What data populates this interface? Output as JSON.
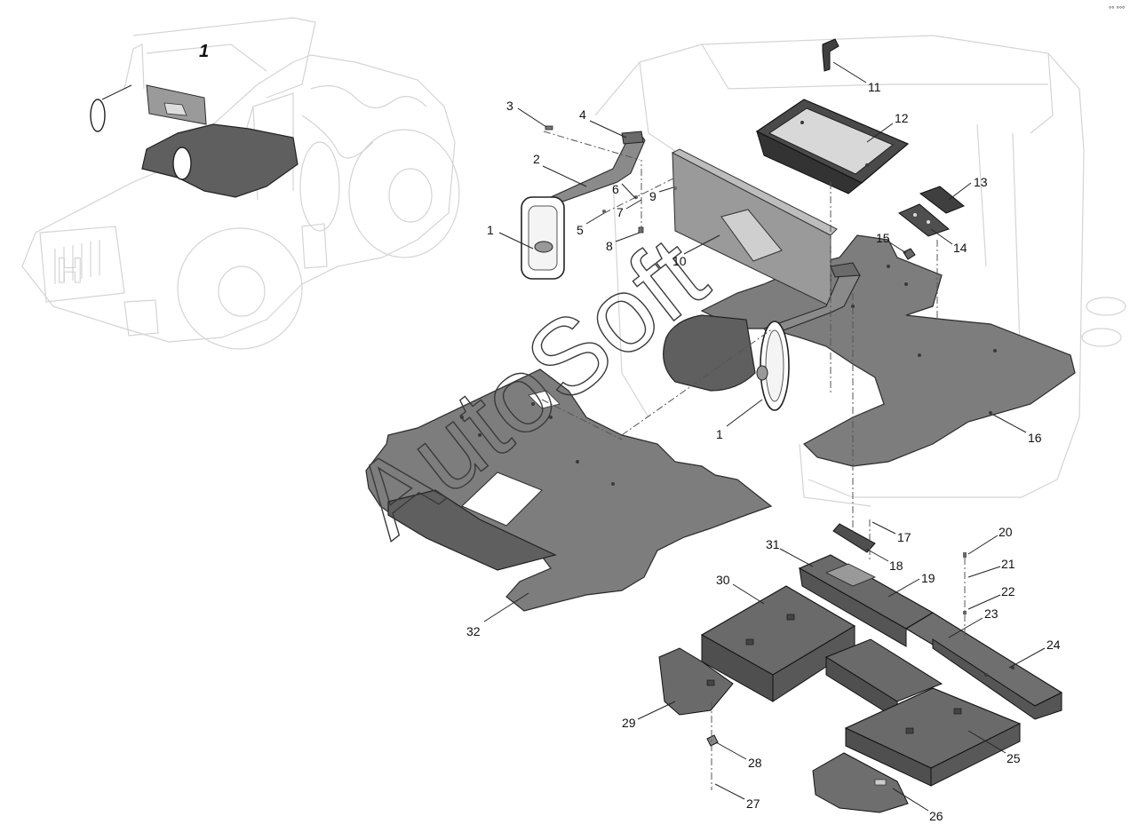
{
  "figure_marker": "1",
  "corner_mark": "°° °°°",
  "watermark": "AutoSoft",
  "callouts": [
    {
      "id": "c1a",
      "label": "1"
    },
    {
      "id": "c1b",
      "label": "1"
    },
    {
      "id": "c2",
      "label": "2"
    },
    {
      "id": "c3",
      "label": "3"
    },
    {
      "id": "c4",
      "label": "4"
    },
    {
      "id": "c5",
      "label": "5"
    },
    {
      "id": "c6",
      "label": "6"
    },
    {
      "id": "c7",
      "label": "7"
    },
    {
      "id": "c8",
      "label": "8"
    },
    {
      "id": "c9",
      "label": "9"
    },
    {
      "id": "c10",
      "label": "10"
    },
    {
      "id": "c11",
      "label": "11"
    },
    {
      "id": "c12",
      "label": "12"
    },
    {
      "id": "c13",
      "label": "13"
    },
    {
      "id": "c14",
      "label": "14"
    },
    {
      "id": "c15",
      "label": "15"
    },
    {
      "id": "c16",
      "label": "16"
    },
    {
      "id": "c17",
      "label": "17"
    },
    {
      "id": "c18",
      "label": "18"
    },
    {
      "id": "c19",
      "label": "19"
    },
    {
      "id": "c20",
      "label": "20"
    },
    {
      "id": "c21",
      "label": "21"
    },
    {
      "id": "c22",
      "label": "22"
    },
    {
      "id": "c23",
      "label": "23"
    },
    {
      "id": "c24",
      "label": "24"
    },
    {
      "id": "c25",
      "label": "25"
    },
    {
      "id": "c26",
      "label": "26"
    },
    {
      "id": "c27",
      "label": "27"
    },
    {
      "id": "c28",
      "label": "28"
    },
    {
      "id": "c29",
      "label": "29"
    },
    {
      "id": "c30",
      "label": "30"
    },
    {
      "id": "c31",
      "label": "31"
    },
    {
      "id": "c32",
      "label": "32"
    }
  ]
}
